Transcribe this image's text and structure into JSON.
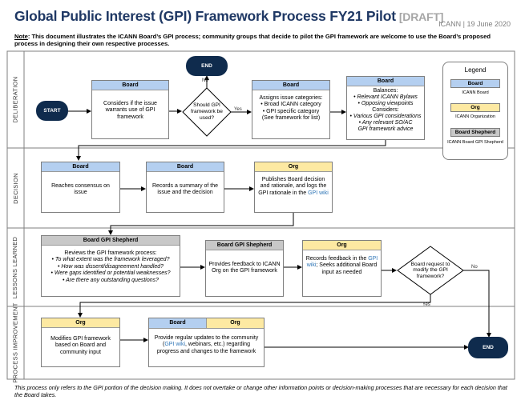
{
  "header": {
    "title": "Global Public Interest (GPI) Framework Process FY21 Pilot",
    "draft": "[DRAFT]",
    "meta": "ICANN  |  19 June 2020",
    "note_label": "Note",
    "note_text": ": This document illustrates the ICANN Board’s GPI process; community groups that decide to pilot the GPI framework are welcome to use the Board’s proposed process in designing their own respective processes."
  },
  "lanes": [
    "DELIBERATION",
    "DECISION",
    "LESSONS LEARNED",
    "PROCESS IMPROVEMENT"
  ],
  "terminals": {
    "start": "START",
    "end_top": "END",
    "end_bottom": "END"
  },
  "deliberation": {
    "b1_head": "Board",
    "b1_text": "Considers if the issue warrants use of GPI framework",
    "decision1": "Should GPI framework be used?",
    "no_label": "No",
    "yes_label": "Yes",
    "b2_head": "Board",
    "b2_l1": "Assigns issue categories:",
    "b2_l2": "• Broad ICANN category",
    "b2_l3": "• GPI specific category",
    "b2_l4": "(See framework for list)",
    "b3_head": "Board",
    "b3_l1": "Balances:",
    "b3_l2": "• Relevant ICANN Bylaws",
    "b3_l3": "• Opposing viewpoints",
    "b3_l4": "Considers:",
    "b3_l5": "• Various GPI considerations",
    "b3_l6": "• Any relevant SO/AC",
    "b3_l7": "GPI framework advice"
  },
  "decision": {
    "b1_head": "Board",
    "b1_text": "Reaches consensus on issue",
    "b2_head": "Board",
    "b2_text": "Records a summary of the issue and the decision",
    "b3_head": "Org",
    "b3_text": "Publishes Board decision and rationale, and logs the GPI rationale in the",
    "b3_link": "GPI wiki"
  },
  "lessons": {
    "b1_head": "Board GPI Shepherd",
    "b1_l1": "Reviews the GPI framework process:",
    "b1_l2": "• To what extent was the framework leveraged?",
    "b1_l3": "• How was dissent/disagreement handled?",
    "b1_l4": "• Were gaps identified or potential weaknesses?",
    "b1_l5": "• Are there any outstanding questions?",
    "b2_head": "Board GPI Shepherd",
    "b2_text": "Provides feedback to ICANN Org on the GPI framework",
    "b3_head": "Org",
    "b3_t1": "Records feedback in the",
    "b3_link": "GPI wiki",
    "b3_t2": "; Seeks additional Board input as needed",
    "decision2": "Board request to modify the GPI framework?",
    "no_label": "No",
    "yes_label": "Yes"
  },
  "improvement": {
    "b1_head": "Org",
    "b1_text": "Modifies GPI framework based on  Board and community input",
    "b2_head_a": "Board",
    "b2_head_b": "Org",
    "b2_t1": "Provide regular updates to the community (",
    "b2_link": "GPI wiki",
    "b2_t2": ", webinars, etc.) regarding progress and changes to the framework"
  },
  "legend": {
    "title": "Legend",
    "board_chip": "Board",
    "board_cap": "ICANN Board",
    "org_chip": "Org",
    "org_cap": "ICANN Organization",
    "shep_chip": "Board Shepherd",
    "shep_cap": "ICANN Board GPI Shepherd"
  },
  "footer": "This process only refers to the GPI portion of the decision making. It does not overtake or change other information points or decision-making processes that are necessary for each decision that the Board takes.",
  "colors": {
    "board": "#b4cff0",
    "org": "#fde9a2",
    "shepherd": "#c8c8c8",
    "terminal": "#0f2b4d",
    "title": "#1f3864",
    "link": "#2e75b6"
  }
}
